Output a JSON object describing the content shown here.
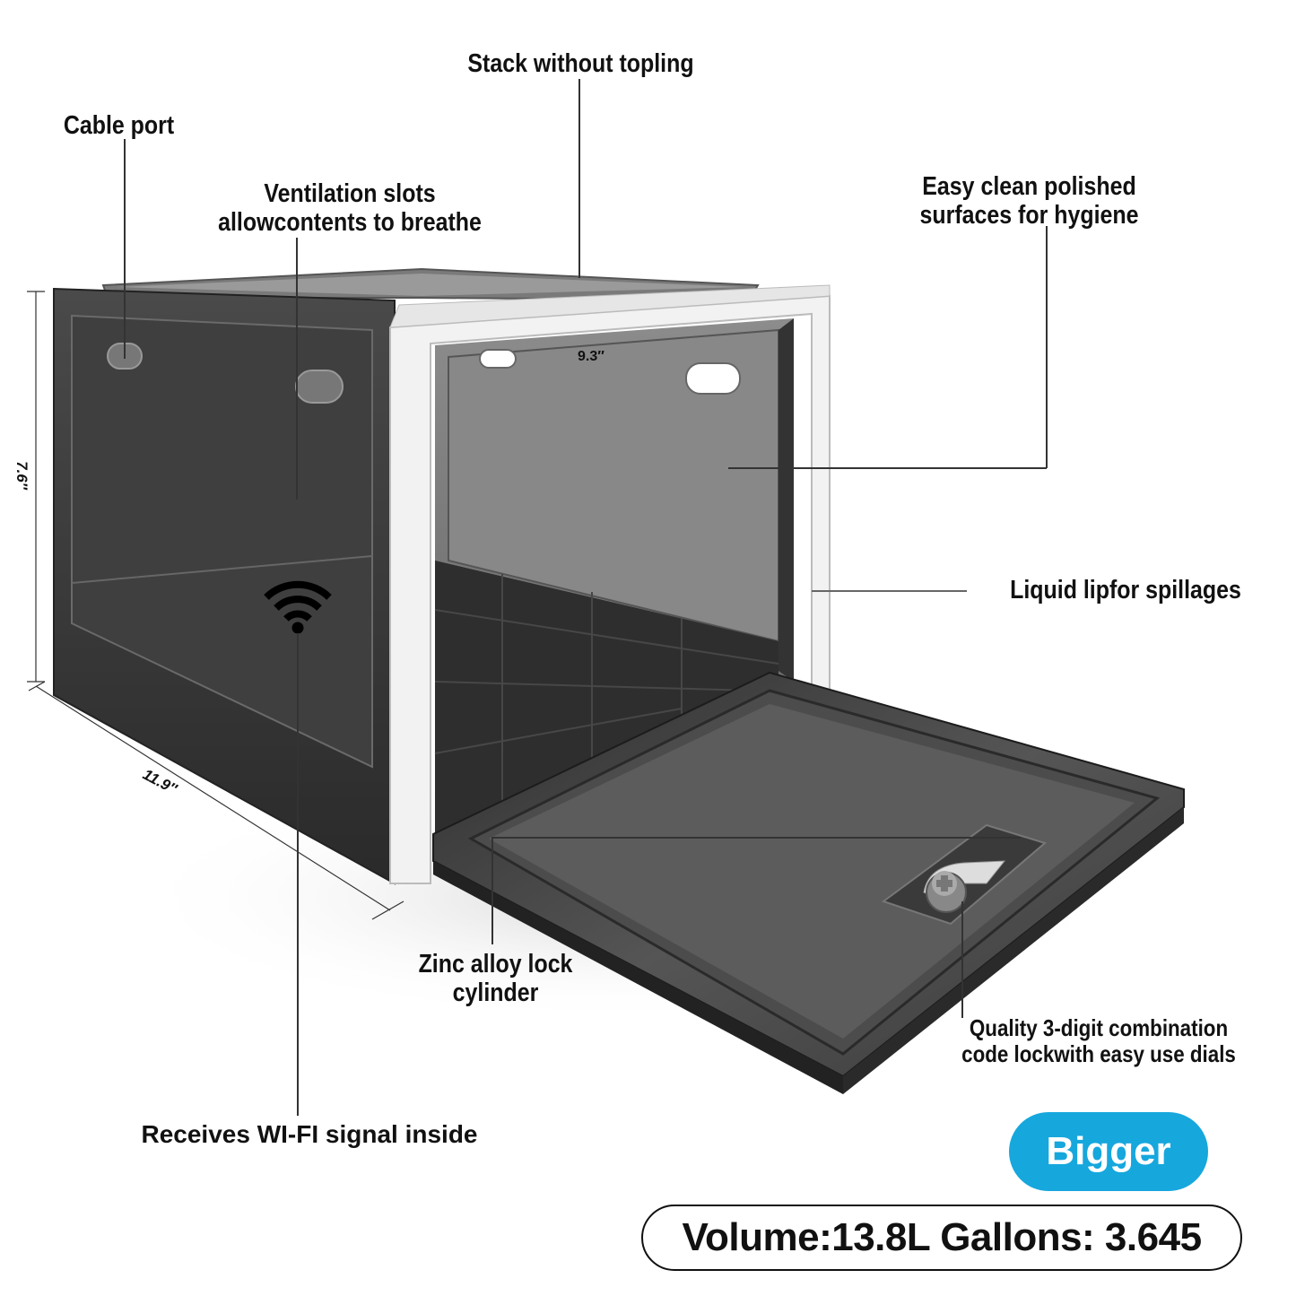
{
  "callouts": {
    "stack": "Stack without topling",
    "cable_port": "Cable port",
    "ventilation_line1": "Ventilation slots",
    "ventilation_line2": "allowcontents to breathe",
    "easy_clean_line1": "Easy clean polished",
    "easy_clean_line2": "surfaces for hygiene",
    "liquid_lip": "Liquid lipfor spillages",
    "zinc_lock_line1": "Zinc alloy lock",
    "zinc_lock_line2": "cylinder",
    "combination_line1": "Quality 3-digit combination",
    "combination_line2": "code lockwith easy use dials",
    "wifi": "Receives WI-FI signal inside"
  },
  "dimensions": {
    "height": "7.6″",
    "depth": "11.9″",
    "width": "9.3″"
  },
  "badge": {
    "label": "Bigger",
    "color": "#16a7dd"
  },
  "volume": {
    "text": "Volume:13.8L Gallons: 3.645"
  },
  "icons": {
    "wifi": "wifi-icon"
  }
}
